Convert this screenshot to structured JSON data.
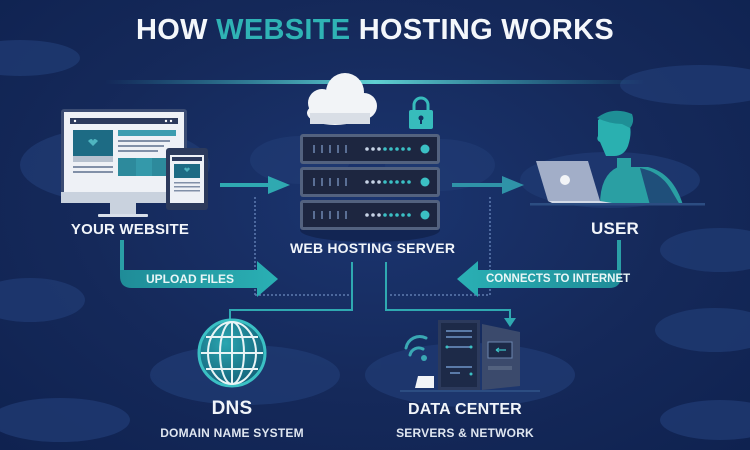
{
  "title": {
    "prefix": "HOW",
    "accent": "WEBSITE",
    "suffix": "HOSTING WORKS"
  },
  "nodes": {
    "website": {
      "label": "YOUR WEBSITE",
      "icon": "monitor-and-tablet-icon"
    },
    "server": {
      "label": "WEB HOSTING SERVER",
      "icon": "server-rack-icon"
    },
    "user": {
      "label": "USER",
      "icon": "person-with-laptop-icon"
    },
    "dns": {
      "label": "DNS",
      "sublabel": "DOMAIN NAME SYSTEM",
      "icon": "globe-icon"
    },
    "datacenter": {
      "label": "DATA CENTER",
      "sublabel": "SERVERS & NETWORK",
      "icon": "data-center-icon"
    }
  },
  "flows": {
    "upload": {
      "label": "UPLOAD FILES"
    },
    "connect": {
      "label": "CONNECTS TO INTERNET"
    }
  },
  "colors": {
    "background": "#15295a",
    "accent": "#2fb3b5",
    "text": "#f1f5fa",
    "panel": "#2c3a5c",
    "cloud": "#f2f4f7"
  }
}
